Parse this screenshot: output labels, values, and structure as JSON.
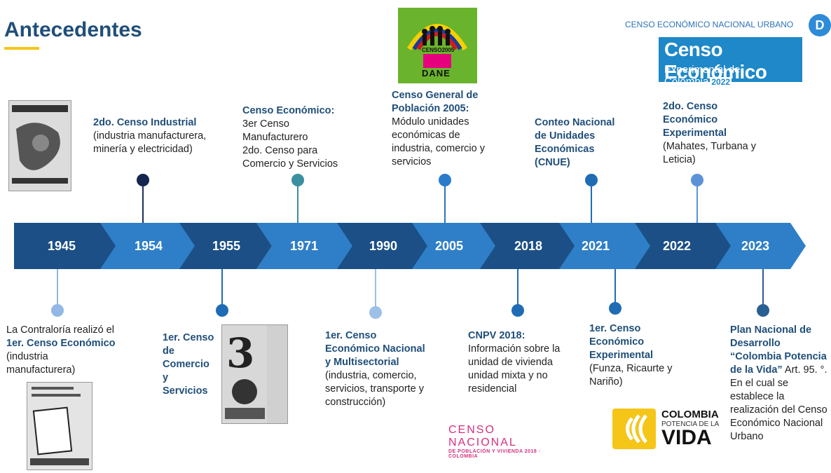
{
  "title": "Antecedentes",
  "header": {
    "census_label": "CENSO ECONÓMICO NACIONAL URBANO",
    "logo_letter": "D",
    "ce_logo_line1": "Censo Económico",
    "ce_logo_line2": "Experimental de Colombia",
    "ce_logo_year": "2022"
  },
  "dane_logo": {
    "census": "CENSO2005",
    "name": "DANE"
  },
  "years": [
    "1945",
    "1954",
    "1955",
    "1971",
    "1990",
    "2005",
    "2018",
    "2021",
    "2022",
    "2023"
  ],
  "events": {
    "e1945": {
      "pre": "La Contraloría realizó el ",
      "bold": "1er. Censo Económico",
      "post": " (industria manufacturera)"
    },
    "e1954": {
      "bold": "2do. Censo Industrial",
      "post": " (industria manufacturera, minería y electricidad)"
    },
    "e1955": {
      "bold": "1er. Censo de Comercio y Servicios"
    },
    "e1971": {
      "bold": "Censo Económico:",
      "line1": "3er Censo Manufacturero",
      "line2": "2do. Censo para Comercio y Servicios"
    },
    "e1990": {
      "bold": "1er. Censo Económico Nacional y Multisectorial",
      "post": "(industria, comercio, servicios, transporte y construcción)"
    },
    "e2005": {
      "bold": "Censo General de Población 2005:",
      "post": "Módulo unidades económicas de industria, comercio y servicios"
    },
    "e2018": {
      "bold": "CNPV 2018:",
      "post": "Información sobre la unidad de vivienda unidad mixta y no residencial"
    },
    "e2021": {
      "bold": "Conteo Nacional de Unidades Económicas (CNUE)"
    },
    "e2021b": {
      "bold": "1er. Censo Económico Experimental",
      "post": "(Funza, Ricaurte y Nariño)"
    },
    "e2022": {
      "bold": "2do. Censo Económico Experimental",
      "post": "(Mahates, Turbana y Leticia)"
    },
    "e2023": {
      "bold": "Plan Nacional de Desarrollo “Colombia Potencia de la Vida”",
      "post": " Art. 95. °. En el cual se establece la realización del Censo Económico Nacional Urbano"
    }
  },
  "cnpv_logo": {
    "line1": "CENSO NACIONAL",
    "line2": "DE POBLACIÓN Y VIVIENDA 2018 · COLOMBIA"
  },
  "colombia_logo": {
    "c1": "COLOMBIA",
    "c2": "POTENCIA DE LA",
    "c3": "VIDA"
  },
  "colors": {
    "title": "#1f4e79",
    "accent": "#f5c518",
    "dark": "#1b4f86",
    "light": "#2e7fc7"
  }
}
